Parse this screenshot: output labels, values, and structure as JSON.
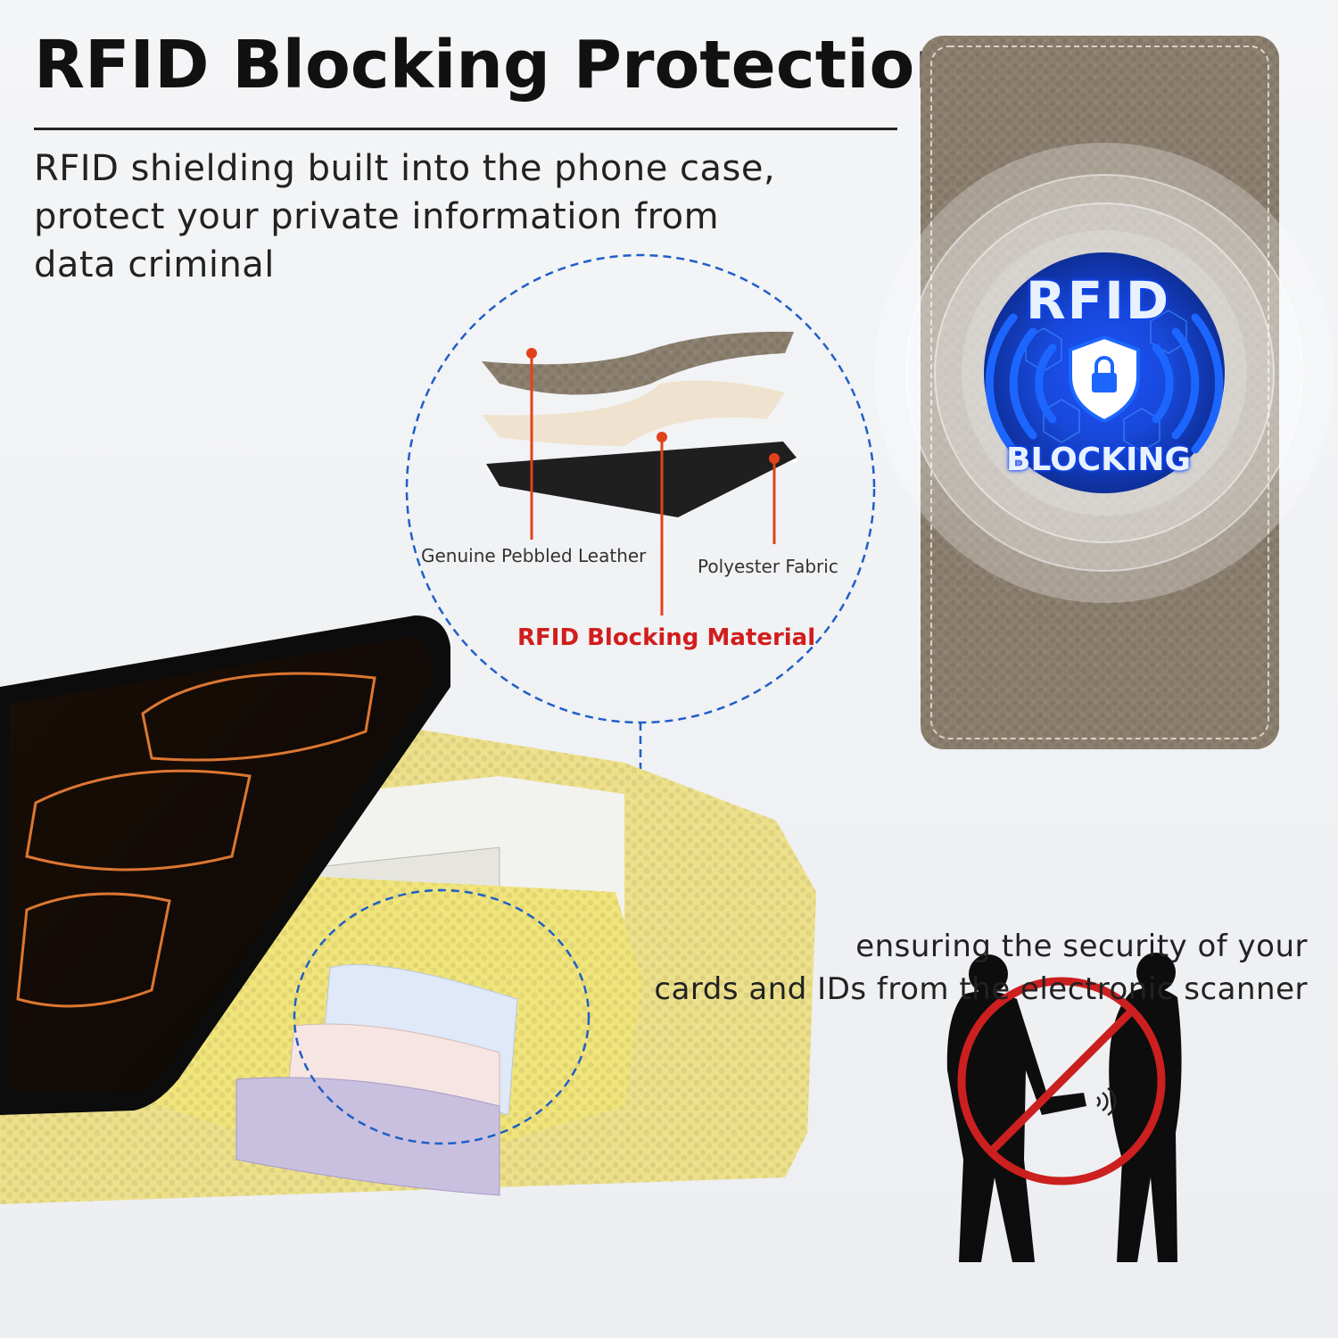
{
  "header": {
    "title": "RFID Blocking Protection",
    "subtitle_lines": [
      "RFID shielding built into the phone case,",
      "protect your private information from",
      "data criminal"
    ]
  },
  "layers": {
    "leather_label": "Genuine Pebbled Leather",
    "fabric_label": "Polyester Fabric",
    "rfid_label": "RFID Blocking Material"
  },
  "badge": {
    "top_text": "RFID",
    "bottom_text": "BLOCKING",
    "icon": "shield-lock-icon"
  },
  "footer": {
    "lines": [
      "ensuring the security of your",
      "cards and IDs from the electronic scanner"
    ]
  },
  "colors": {
    "accent_red": "#d21d1d",
    "dashed_blue": "#1f5fc7",
    "leather_taupe": "#8d8170",
    "leather_yellow": "#eee07a",
    "badge_blue": "#1745d8"
  }
}
